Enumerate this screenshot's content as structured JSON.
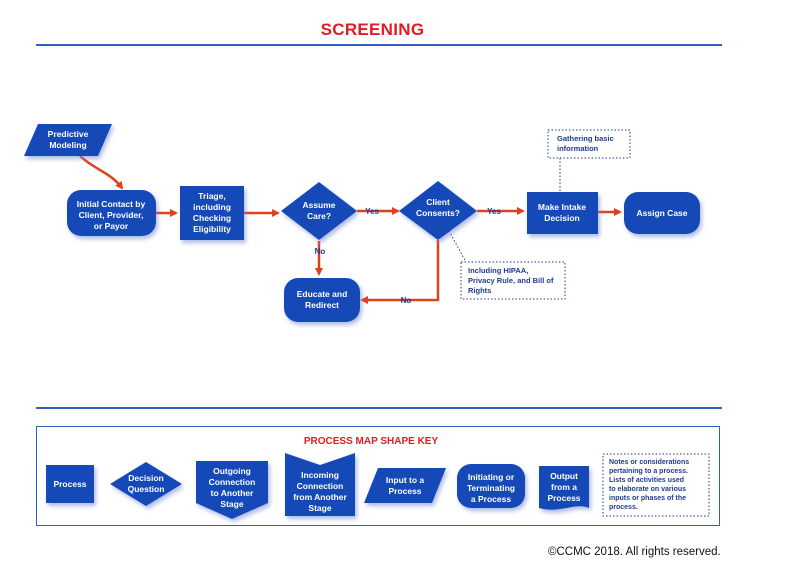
{
  "title": "SCREENING",
  "flow": {
    "predictive_modeling": [
      "Predictive",
      "Modeling"
    ],
    "initial_contact": [
      "Initial Contact by",
      "Client, Provider,",
      "or Payor"
    ],
    "triage": [
      "Triage,",
      "including",
      "Checking",
      "Eligibility"
    ],
    "assume_care": [
      "Assume",
      "Care?"
    ],
    "client_consents": [
      "Client",
      "Consents?"
    ],
    "make_intake": [
      "Make Intake",
      "Decision"
    ],
    "assign_case": "Assign Case",
    "educate_redirect": [
      "Educate and",
      "Redirect"
    ],
    "note_gathering": [
      "Gathering basic",
      "information"
    ],
    "note_hipaa": [
      "Including HIPAA,",
      "Privacy Rule, and Bill of",
      "Rights"
    ],
    "yes1": "Yes",
    "yes2": "Yes",
    "no1": "No",
    "no2": "No"
  },
  "key": {
    "title": "PROCESS MAP SHAPE KEY",
    "process": "Process",
    "decision": [
      "Decision",
      "Question"
    ],
    "outgoing": [
      "Outgoing",
      "Connection",
      "to Another",
      "Stage"
    ],
    "incoming": [
      "Incoming",
      "Connection",
      "from Another",
      "Stage"
    ],
    "input": [
      "Input to a",
      "Process"
    ],
    "initiating": [
      "Initiating or",
      "Terminating",
      "a Process"
    ],
    "output": [
      "Output",
      "from a",
      "Process"
    ],
    "notes": [
      "Notes or considerations",
      "pertaining to a process.",
      "Lists of activities used",
      "to elaborate on various",
      "inputs or phases of the",
      "process."
    ]
  },
  "copyright": "©CCMC 2018. All rights reserved.",
  "colors": {
    "shape_fill": "#1448b8",
    "arrow": "#e0411b",
    "title_red": "#e31b23",
    "rule_blue": "#2f5fbf"
  }
}
